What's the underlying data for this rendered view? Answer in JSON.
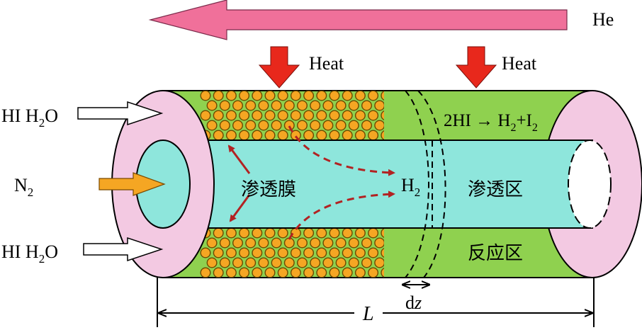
{
  "labels": {
    "he": "He",
    "heat_left": "Heat",
    "heat_right": "Heat",
    "inlet_top": "HI H",
    "inlet_top_sub": "2",
    "inlet_top_end": "O",
    "inlet_bottom": "HI H",
    "inlet_bottom_sub": "2",
    "inlet_bottom_end": "O",
    "n2": "N",
    "n2_sub": "2",
    "reaction_a": "2HI → H",
    "reaction_sub1": "2",
    "reaction_b": "+I",
    "reaction_sub2": "2",
    "membrane": "渗透膜",
    "h2": "H",
    "h2_sub": "2",
    "permeate_zone": "渗透区",
    "reaction_zone": "反应区",
    "dz_d": "d",
    "dz_z": "z",
    "length": "L"
  },
  "catalyst_bed": {
    "top_rows": 5,
    "bottom_rows": 5,
    "columns": 14
  },
  "colors": {
    "he_arrow": "#f0709a",
    "heat_arrow": "#e8281c",
    "shell": "#8fd14f",
    "inner_tube": "#8ee6dc",
    "end_ring": "#f3c9e2",
    "pellet": "#f5a623",
    "pellet_stroke": "#6b4a00",
    "permeation_arrow": "#b22222",
    "n2_arrow": "#f5a623"
  }
}
